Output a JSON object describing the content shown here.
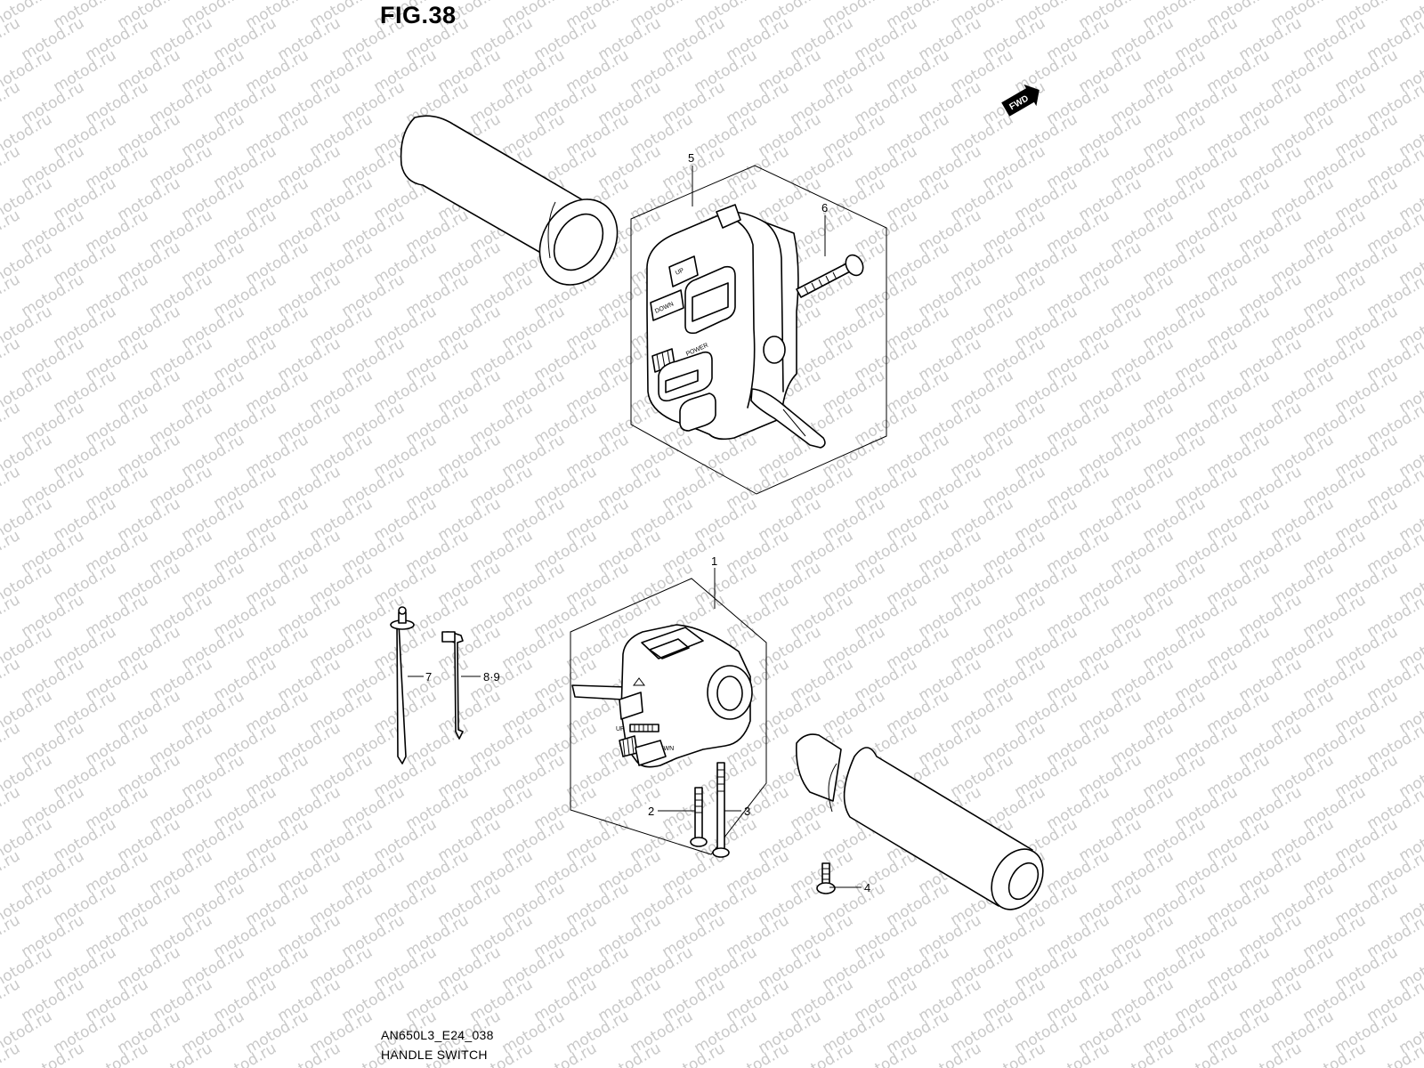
{
  "figure": {
    "title": "FIG.38"
  },
  "watermark": {
    "text": "motod.ru",
    "color": "#c9c9c9"
  },
  "direction_badge": {
    "label": "FWD",
    "icon": "forward-arrow-icon"
  },
  "callouts": {
    "c1": "1",
    "c2": "2",
    "c3": "3",
    "c4": "4",
    "c5": "5",
    "c6": "6",
    "c7": "7",
    "c89": "8·9"
  },
  "switch_markings": {
    "left_up": "UP",
    "left_down": "DOWN",
    "left_power": "POWER",
    "right_up": "UP",
    "right_down": "DOWN"
  },
  "footer": {
    "code": "AN650L3_E24_038",
    "name": "HANDLE SWITCH"
  }
}
